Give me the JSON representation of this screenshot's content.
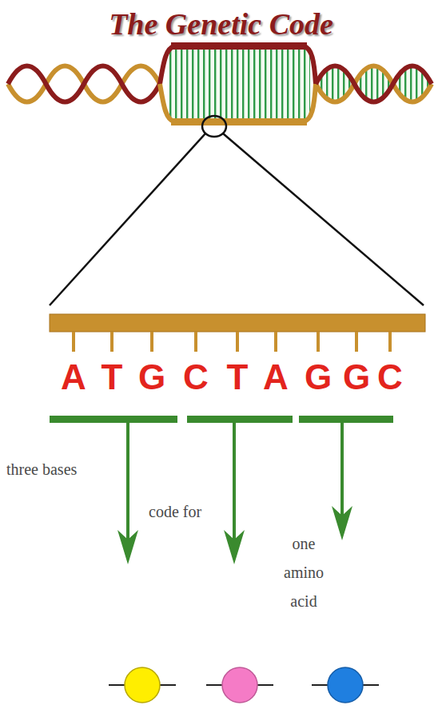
{
  "diagram": {
    "title": "The Genetic Code",
    "labels": [
      "A",
      "T",
      "G",
      "C",
      "T",
      "A",
      "G",
      "G",
      "C",
      "three bases",
      "code for",
      "one amino acid"
    ]
  }
}
